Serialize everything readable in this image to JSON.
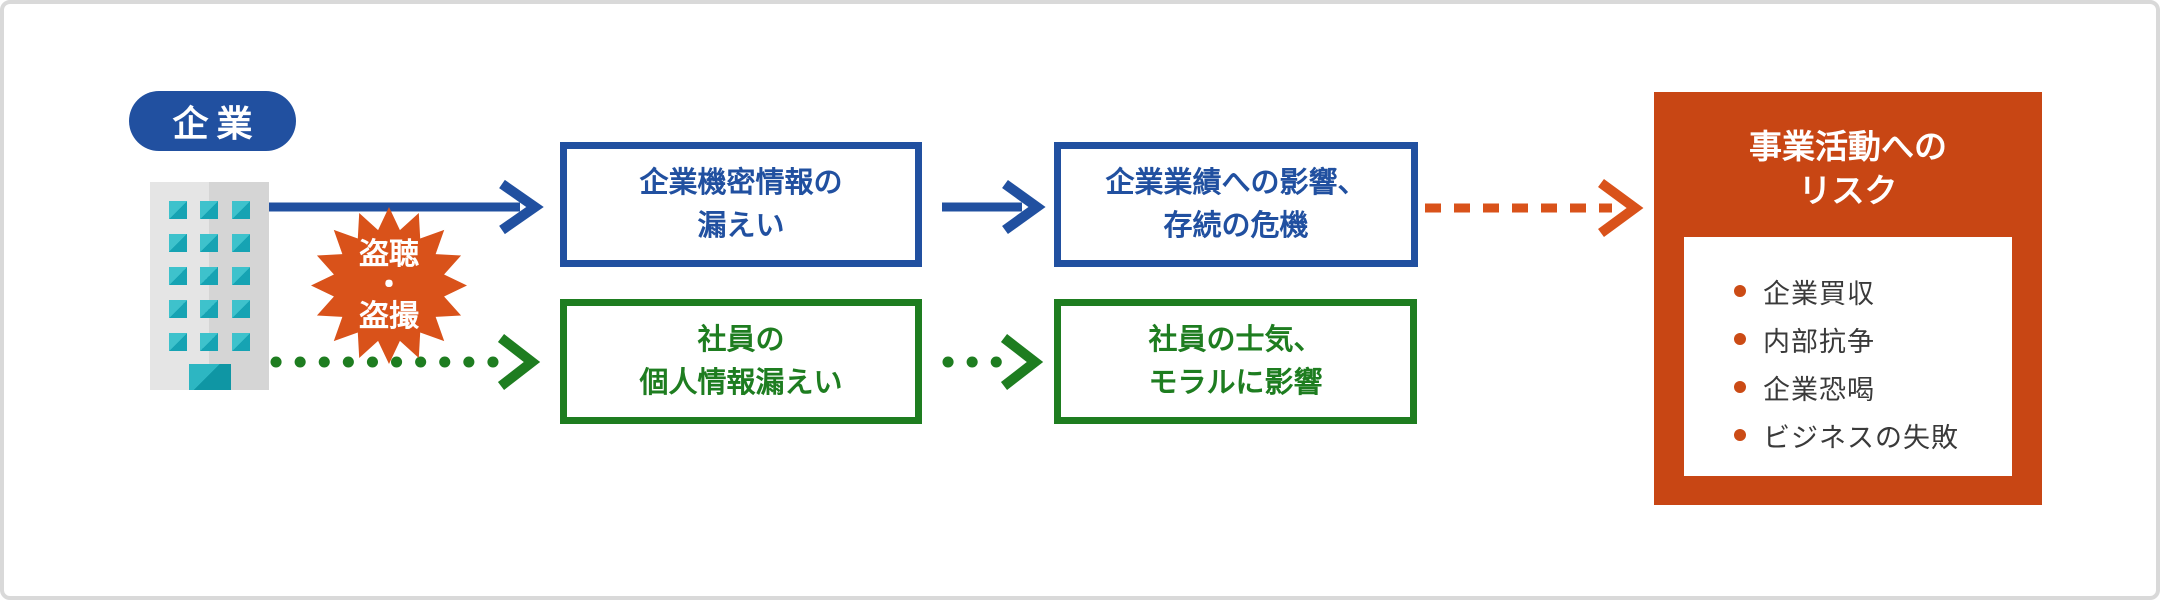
{
  "badge": {
    "label": "企業"
  },
  "hazard_burst": {
    "line1": "盗聴",
    "line2": "・",
    "line3": "盗撮"
  },
  "flow": {
    "confidential_row": {
      "box1": {
        "line1": "企業機密情報の",
        "line2": "漏えい"
      },
      "box2": {
        "line1": "企業業績への影響、",
        "line2": "存続の危機"
      }
    },
    "employee_row": {
      "box1": {
        "line1": "社員の",
        "line2": "個人情報漏えい"
      },
      "box2": {
        "line1": "社員の士気、",
        "line2": "モラルに影響"
      }
    }
  },
  "risk_panel": {
    "title_line1": "事業活動への",
    "title_line2": "リスク",
    "items": [
      "企業買収",
      "内部抗争",
      "企業恐喝",
      "ビジネスの失敗"
    ]
  },
  "icons": {
    "building": "office-building-icon (css shape: gray tower, teal windows)",
    "burst": "hazard-starburst-icon (16-point orange star)",
    "arrows": "solid-blue, dotted-green, dashed-orange chevron arrows"
  },
  "colors": {
    "primary_blue": "#2150a0",
    "flow_green": "#1e7d20",
    "burst_orange": "#d9521a",
    "panel_orange": "#c84614",
    "bullet_orange": "#cb4b15",
    "window_teal": "#2ab7c3",
    "frame_gray": "#d9d9d9",
    "list_text": "#3a3a3a"
  }
}
